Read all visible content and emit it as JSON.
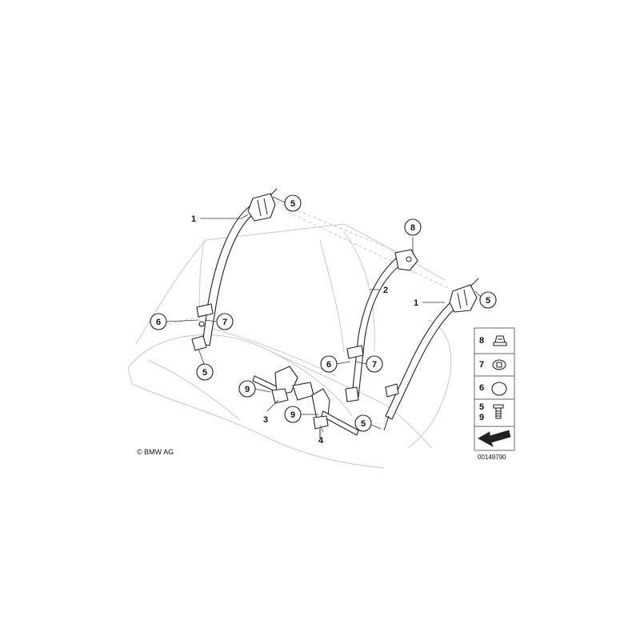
{
  "callouts": {
    "c1a": "1",
    "c1b": "1",
    "c2": "2",
    "c3": "3",
    "c4": "4",
    "c5a": "5",
    "c5b": "5",
    "c5c": "5",
    "c5d": "5",
    "c6a": "6",
    "c6b": "6",
    "c7a": "7",
    "c7b": "7",
    "c8": "8",
    "c9a": "9",
    "c9b": "9"
  },
  "legend": {
    "rows": [
      {
        "num": "8",
        "icon": "plug-cap-icon"
      },
      {
        "num": "7",
        "icon": "clip-icon"
      },
      {
        "num": "6",
        "icon": "dome-cap-icon"
      },
      {
        "num": "5\n9",
        "num_top": "5",
        "num_bottom": "9",
        "icon": "screw-icon"
      }
    ]
  },
  "footer": {
    "copyright": "© BMW AG",
    "diagram_id": "00149790"
  }
}
